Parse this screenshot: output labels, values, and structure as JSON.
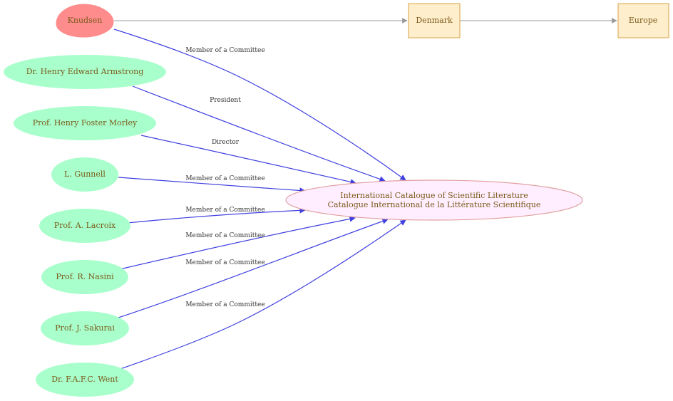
{
  "colors": {
    "person_fill": "#a8ffcc",
    "highlight_fill": "#ff8c8c",
    "place_fill": "#ffeecc",
    "place_stroke": "#e0b060",
    "org_fill": "#ffeeff",
    "org_stroke": "#e0a0a0",
    "edge_blue": "#4040e0",
    "edge_gray": "#999999"
  },
  "nodes": {
    "knudsen": "Knudsen",
    "denmark": "Denmark",
    "europe": "Europe",
    "armstrong": "Dr. Henry Edward Armstrong",
    "morley": "Prof. Henry Foster Morley",
    "gunnell": "L. Gunnell",
    "lacroix": "Prof. A. Lacroix",
    "nasini": "Prof. R. Nasini",
    "sakurai": "Prof. J. Sakurai",
    "went": "Dr. F.A.F.C. Went",
    "catalogue": {
      "line1": "International Catalogue of Scientific Literature",
      "line2": "Catalogue International de la Littérature Scientifique"
    }
  },
  "edges": {
    "knudsen": "Member of a Committee",
    "armstrong": "President",
    "morley": "Director",
    "gunnell": "Member of a Committee",
    "lacroix": "Member of a Committee",
    "nasini": "Member of a Committee",
    "sakurai": "Member of a Committee",
    "went": "Member of a Committee"
  }
}
